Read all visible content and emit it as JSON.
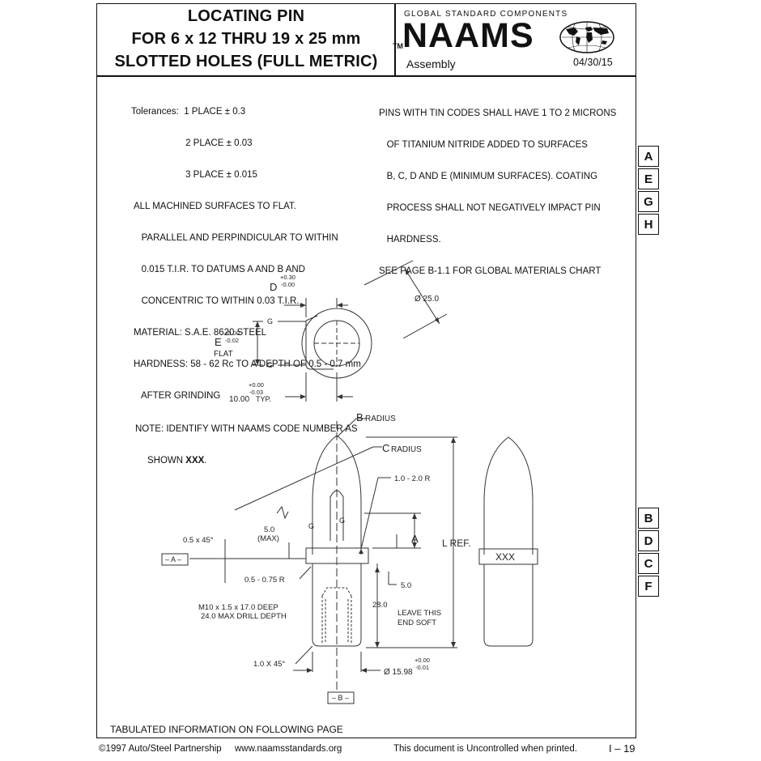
{
  "header": {
    "title_lines": [
      "LOCATING PIN",
      "FOR 6 x 12 THRU 19 x 25 mm",
      "SLOTTED HOLES (FULL METRIC)"
    ],
    "org_tagline": "GLOBAL STANDARD COMPONENTS",
    "trademark": "TM",
    "logo_text": "NAAMS",
    "category": "Assembly",
    "date": "04/30/15"
  },
  "notes_left": [
    "Tolerances:  1 PLACE ± 0.3",
    "                     2 PLACE ± 0.03",
    "                     3 PLACE ± 0.015",
    "ALL MACHINED SURFACES TO FLAT.",
    "   PARALLEL AND PERPINDICULAR TO WITHIN",
    "   0.015 T.I.R. TO DATUMS A AND B AND",
    "   CONCENTRIC TO WITHIN 0.03 T.I.R.",
    "MATERIAL: S.A.E. 8620 STEEL",
    "HARDNESS: 58 - 62 Rc TO A DEPTH OF 0.5 - 0.7 mm",
    "   AFTER GRINDING"
  ],
  "note_identify": [
    "NOTE: IDENTIFY WITH NAAMS CODE NUMBER AS",
    "SHOWN "
  ],
  "note_identify_code": "XXX",
  "note_identify_end": ".",
  "notes_right": [
    "PINS WITH TIN CODES SHALL HAVE 1 TO 2 MICRONS",
    "   OF TITANIUM NITRIDE ADDED TO SURFACES",
    "   B, C, D AND E (MINIMUM SURFACES). COATING",
    "   PROCESS SHALL NOT NEGATIVELY IMPACT PIN",
    "   HARDNESS.",
    "SEE PAGE B-1.1 FOR GLOBAL MATERIALS CHART"
  ],
  "tabs_top": [
    "A",
    "E",
    "G",
    "H"
  ],
  "tabs_bottom": [
    "B",
    "D",
    "C",
    "F"
  ],
  "drawing": {
    "top_view": {
      "d_label": "D",
      "d_tol_plus": "+0.30",
      "d_tol_minus": "-0.00",
      "dia": "Ø 25.0",
      "g": "G",
      "e_label": "E",
      "e_tol_plus": "+0.00",
      "e_tol_minus": "-0.02",
      "flat": "FLAT",
      "width": "10.00",
      "w_tol_plus": "+0.00",
      "w_tol_minus": "-0.03",
      "typ": "TYP."
    },
    "side_view": {
      "b_radius_letter": "B",
      "b_radius_word": "RADIUS",
      "c_radius_letter": "C",
      "c_radius_word": "RADIUS",
      "r_1": "1.0 - 2.0 R",
      "g": "G",
      "dim_5": "5.0",
      "max": "(MAX)",
      "chamfer_top": "0.5 x 45°",
      "datum_a": "– A –",
      "a_label": "A",
      "l_ref": "L REF.",
      "r_2": "0.5 - 0.75 R",
      "dim_5b": "5.0",
      "thread_1": "M10 x 1.5 x 17.0 DEEP",
      "thread_2": "24.0 MAX DRILL DEPTH",
      "dim_28": "28.0",
      "leave_1": "LEAVE THIS",
      "leave_2": "END SOFT",
      "chamfer_bot": "1.0 X 45°",
      "dia_2": "Ø 15.98",
      "dia2_tol_plus": "+0.00",
      "dia2_tol_minus": "-0.01",
      "datum_b": "– B –",
      "code": "XXX"
    }
  },
  "tabulated": "TABULATED INFORMATION ON FOLLOWING PAGE",
  "footer": {
    "copyright": "©1997 Auto/Steel Partnership",
    "website": "www.naamsstandards.org",
    "uncontrolled": "This document is Uncontrolled when printed.",
    "page": "I – 19"
  }
}
